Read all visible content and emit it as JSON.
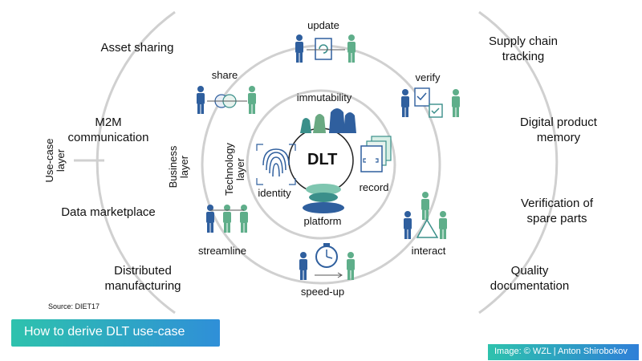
{
  "left_usecases": [
    "Asset sharing",
    "M2M",
    "communication",
    "Data marketplace",
    "Distributed",
    "manufacturing"
  ],
  "right_usecases": [
    "Supply chain",
    "tracking",
    "Digital product",
    "memory",
    "Verification of",
    "spare parts",
    "Quality",
    "documentation"
  ],
  "layers": {
    "usecase": [
      "Use-case",
      "layer"
    ],
    "business": [
      "Business",
      "layer"
    ],
    "technology": [
      "Technology",
      "layer"
    ]
  },
  "business_activities": {
    "update": "update",
    "share": "share",
    "verify": "verify",
    "streamline": "streamline",
    "interact": "interact",
    "speedup": "speed-up"
  },
  "technology": {
    "center": "DLT",
    "immutability": "immutability",
    "identity": "identity",
    "record": "record",
    "platform": "platform"
  },
  "source": "Source: DIET17",
  "banner": "How to derive DLT use-case",
  "credit": "Image: © WZL | Anton Shirobokov",
  "colors": {
    "person_blue": "#2f5f9e",
    "person_green": "#5fae8a",
    "teal": "#3a8f8a",
    "banner_start": "#2ec2ad",
    "banner_end": "#2f8fd8"
  }
}
